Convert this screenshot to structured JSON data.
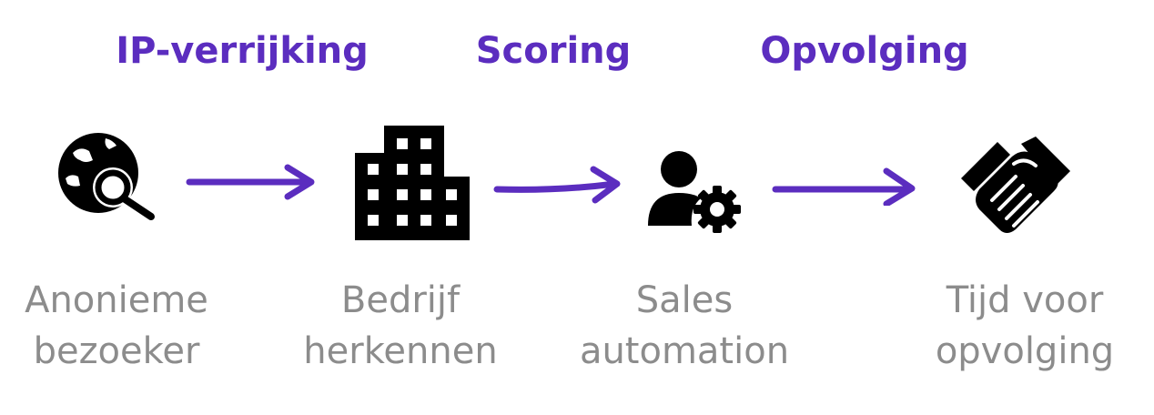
{
  "colors": {
    "accent": "#5b2dbf",
    "icon": "#000000",
    "label": "#8c8c8c"
  },
  "steps": [
    {
      "label": "IP-verrijking"
    },
    {
      "label": "Scoring"
    },
    {
      "label": "Opvolging"
    }
  ],
  "nodes": [
    {
      "icon": "globe-search-icon",
      "line1": "Anonieme",
      "line2": "bezoeker"
    },
    {
      "icon": "office-building-icon",
      "line1": "Bedrijf",
      "line2": "herkennen"
    },
    {
      "icon": "user-gear-icon",
      "line1": "Sales",
      "line2": "automation"
    },
    {
      "icon": "handshake-icon",
      "line1": "Tijd voor",
      "line2": "opvolging"
    }
  ]
}
